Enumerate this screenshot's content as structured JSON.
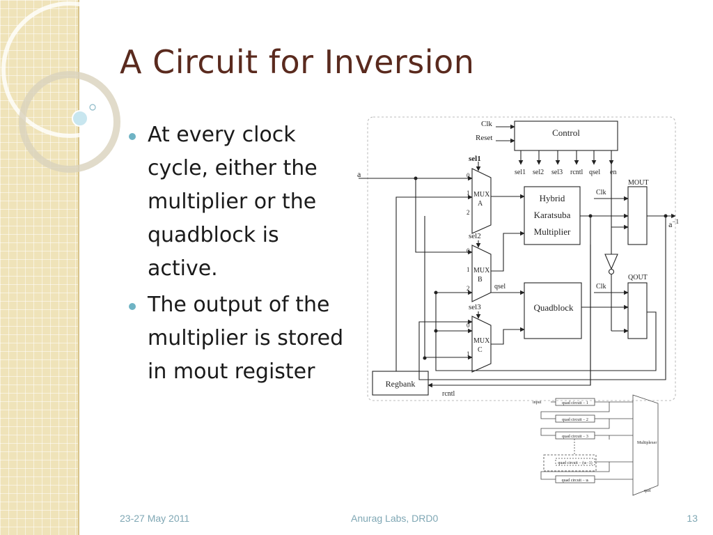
{
  "slide": {
    "title": "A Circuit for Inversion",
    "bullets": [
      "At every clock cycle, either the multiplier or the quadblock is active.",
      "The output of the multiplier is stored in mout register"
    ],
    "footer": {
      "date": "23-27 May 2011",
      "center": "Anurag Labs, DRD0",
      "page": "13"
    }
  },
  "colors": {
    "title": "#5a2a1e",
    "bullet": "#6fb3c4",
    "footer": "#7fa7b4",
    "side_panel": "#efe3b9"
  },
  "diagram": {
    "labels": {
      "clk": "Clk",
      "reset": "Reset",
      "control": "Control",
      "sel1": "sel1",
      "sel2": "sel2",
      "sel3": "sel3",
      "rcntl": "rcntl",
      "qsel": "qsel",
      "en": "en",
      "input_a": "a",
      "mux": "MUX",
      "mux_a": "A",
      "mux_b": "B",
      "mux_c": "C",
      "in0": "0",
      "in1": "1",
      "in2": "2",
      "mult_l1": "Hybrid",
      "mult_l2": "Karatsuba",
      "mult_l3": "Multiplier",
      "mout": "MOUT",
      "qout": "QOUT",
      "output": "a",
      "output_sup": "−1",
      "quadblock": "Quadblock",
      "regbank": "Regbank"
    }
  },
  "quad_diagram": {
    "labels": {
      "input": "input",
      "qc1": "quad circuit − 1",
      "qc2": "quad circuit − 2",
      "qc3": "quad circuit − 3",
      "qc_n1": "quad circuit − (uₗ−1)",
      "qc_n": "quad circuit − uₗ",
      "multiplexer": "Multiplexer",
      "qsel": "qsel"
    }
  }
}
